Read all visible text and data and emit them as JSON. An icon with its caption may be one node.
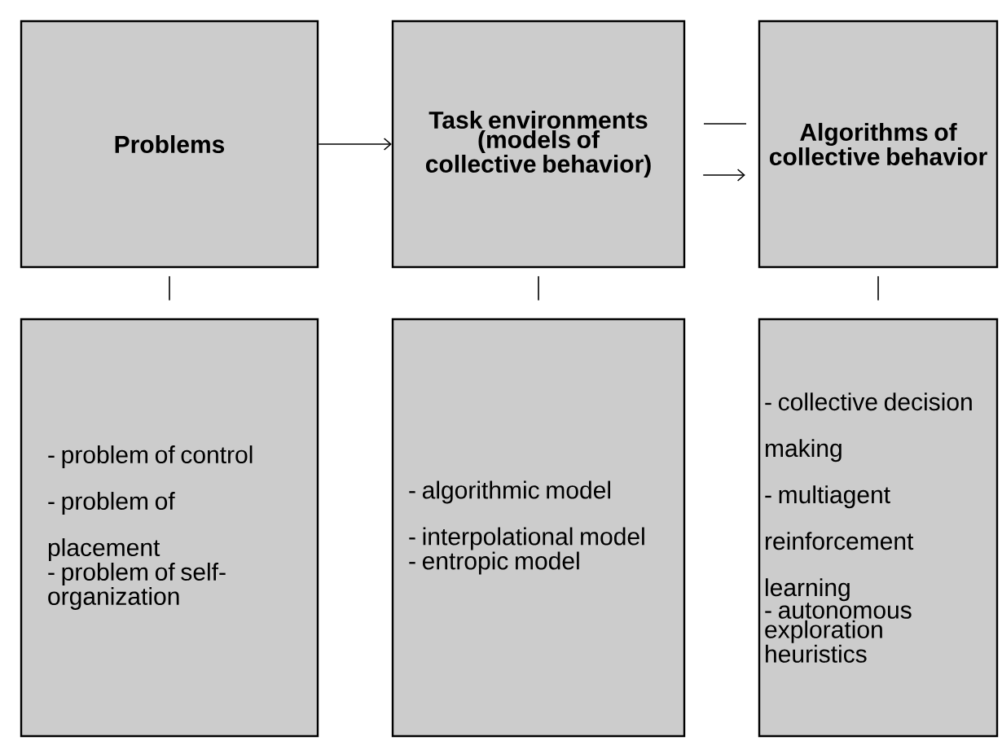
{
  "diagram": {
    "nodes": [
      {
        "text": [
          "Problems"
        ]
      },
      {
        "text": [
          "Task environments (models of collective behavior)"
        ]
      },
      {
        "text": [
          "Algorithms of collective behavior"
        ]
      },
      {
        "text": [
          "- problem of control",
          "- problem of placement",
          "- problem of self-organization"
        ]
      },
      {
        "text": [
          "- algorithmic model",
          "- interpolational model",
          "- entropic model"
        ]
      },
      {
        "text": [
          "- collective decision making",
          "- multiagent reinforcement learning",
          "- autonomous exploration heuristics"
        ]
      }
    ],
    "edges": [
      {
        "from": 0,
        "to": 1,
        "arrow": "to"
      },
      {
        "from": 1,
        "to": 2,
        "arrow": "to"
      },
      {
        "from": 0,
        "to": 3,
        "arrow": "none"
      },
      {
        "from": 1,
        "to": 4,
        "arrow": "none"
      },
      {
        "from": 2,
        "to": 5,
        "arrow": "none"
      }
    ]
  }
}
